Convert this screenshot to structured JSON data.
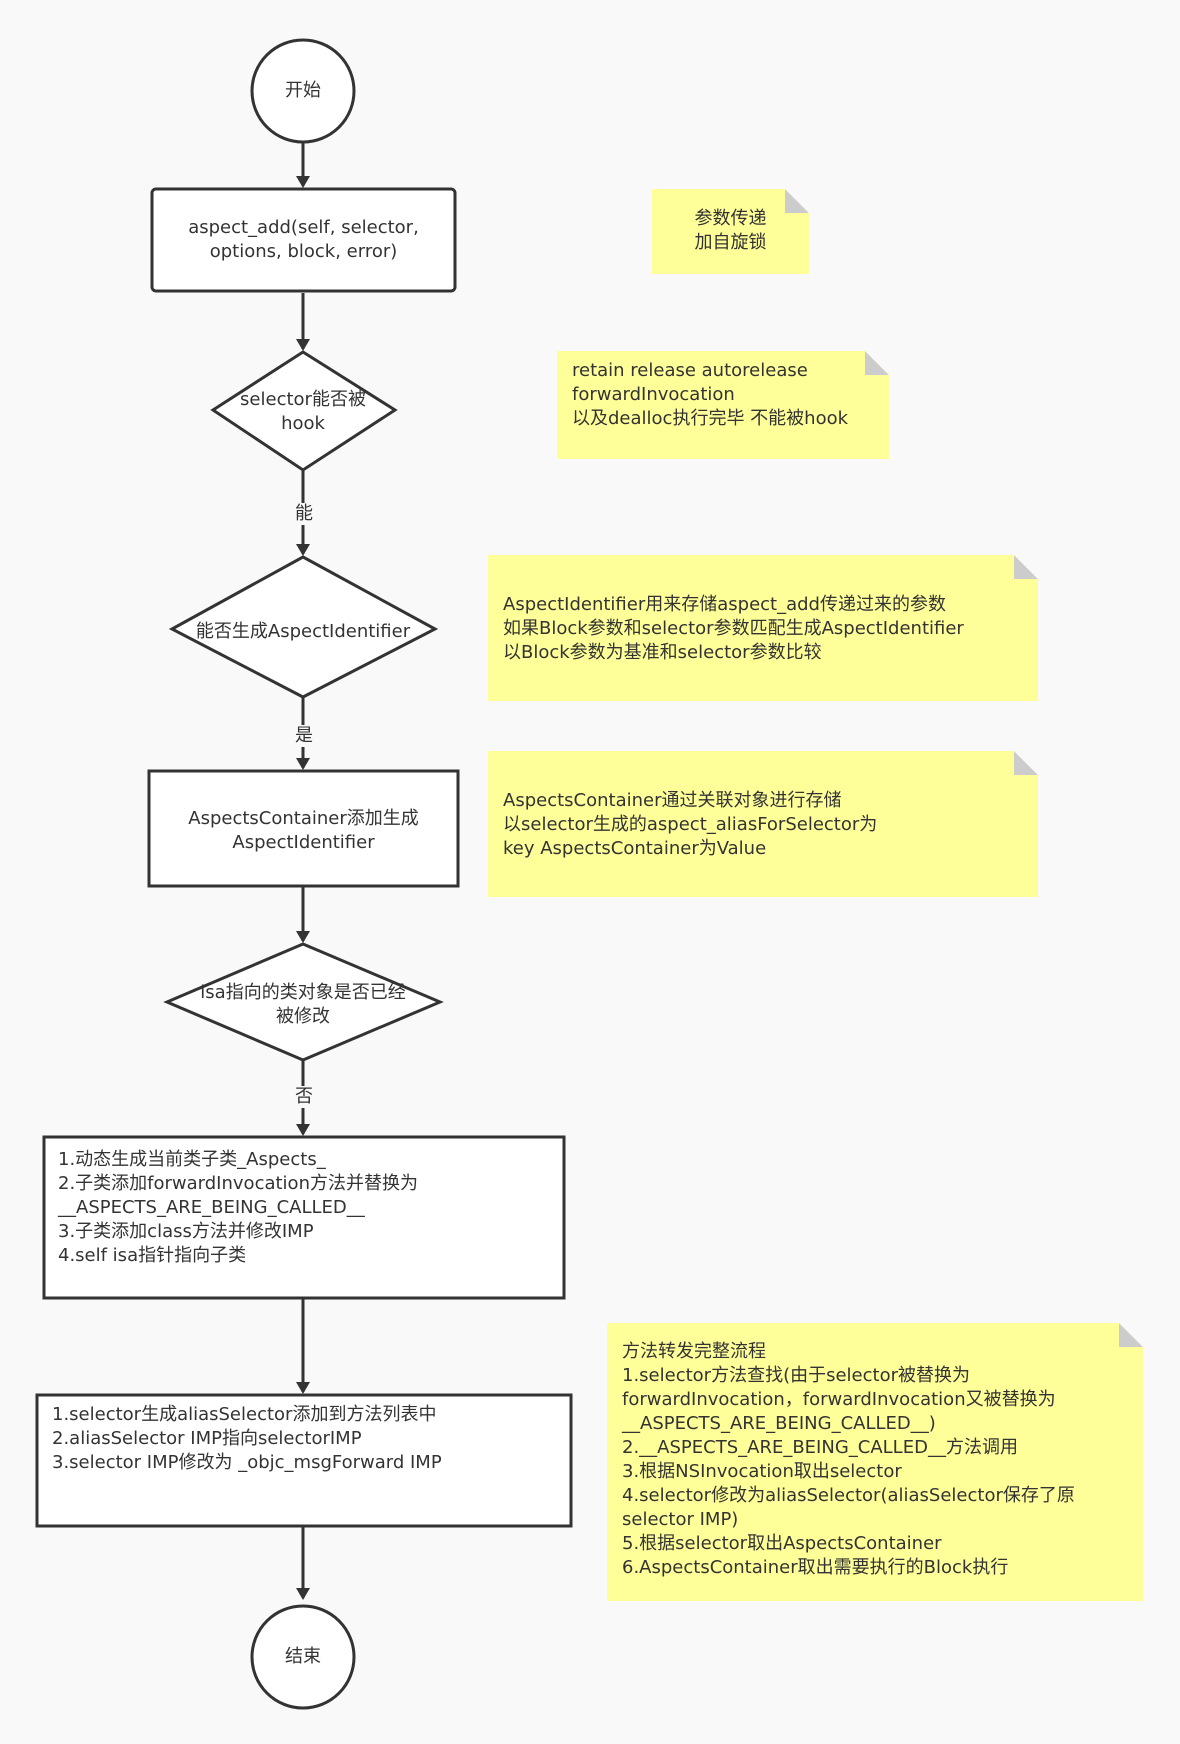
{
  "nodes": {
    "start": "开始",
    "aspect_add": "aspect_add(self, selector,\noptions, block, error)",
    "can_hook": "selector能否被\nhook",
    "can_generate": "能否生成AspectIdentifier",
    "container_add": "AspectsContainer添加生成\nAspectIdentifier",
    "isa_modified": "isa指向的类对象是否已经\n被修改",
    "subclass_steps": "1.动态生成当前类子类_Aspects_\n2.子类添加forwardInvocation方法并替换为\n__ASPECTS_ARE_BEING_CALLED__\n3.子类添加class方法并修改IMP\n4.self isa指针指向子类",
    "selector_steps": "1.selector生成aliasSelector添加到方法列表中\n2.aliasSelector IMP指向selectorIMP\n3.selector IMP修改为 _objc_msgForward IMP",
    "end": "结束"
  },
  "edge_labels": {
    "can": "能",
    "yes": "是",
    "no": "否"
  },
  "notes": {
    "param_pass": "参数传递\n加自旋锁",
    "no_hook": "retain release autorelease\nforwardInvocation\n以及dealloc执行完毕 不能被hook",
    "identifier": "AspectIdentifier用来存储aspect_add传递过来的参数\n如果Block参数和selector参数匹配生成AspectIdentifier\n以Block参数为基准和selector参数比较",
    "container": "AspectsContainer通过关联对象进行存储\n以selector生成的aspect_aliasForSelector为\nkey AspectsContainer为Value",
    "forward_flow": "方法转发完整流程\n1.selector方法查找(由于selector被替换为\nforwardInvocation，forwardInvocation又被替换为\n__ASPECTS_ARE_BEING_CALLED__)\n2.__ASPECTS_ARE_BEING_CALLED__方法调用\n3.根据NSInvocation取出selector\n4.selector修改为aliasSelector(aliasSelector保存了原\nselector IMP)\n5.根据selector取出AspectsContainer\n6.AspectsContainer取出需要执行的Block执行"
  },
  "colors": {
    "stroke": "#333333",
    "note_fill": "#ffff99",
    "note_fold": "#cccccc",
    "background": "#f9f9f9"
  }
}
